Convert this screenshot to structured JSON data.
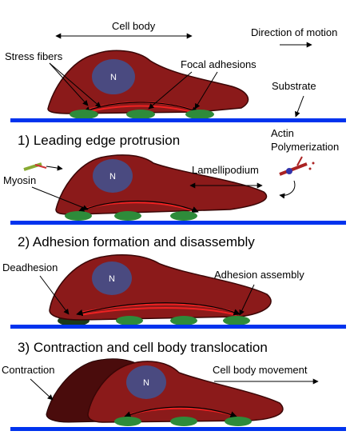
{
  "labels": {
    "cell_body": "Cell body",
    "direction_of_motion": "Direction of motion",
    "stress_fibers": "Stress fibers",
    "focal_adhesions": "Focal adhesions",
    "substrate": "Substrate",
    "actin_polymerization_line1": "Actin",
    "actin_polymerization_line2": "Polymerization",
    "myosin": "Myosin",
    "lamellipodium": "Lamellipodium",
    "deadhesion": "Deadhesion",
    "adhesion_assembly": "Adhesion assembly",
    "contraction": "Contraction",
    "cell_body_movement": "Cell body movement",
    "nucleus": "N"
  },
  "steps": [
    "1) Leading edge protrusion",
    "2) Adhesion formation and disassembly",
    "3) Contraction and cell body translocation"
  ],
  "colors": {
    "cell": "#8b1a1a",
    "cell_outline": "#3a0606",
    "nucleus": "#4a4a80",
    "adhesion": "#2e8b3a",
    "substrate": "#0033ee",
    "fiber": "#ee2222",
    "old_adhesion": "#1a3a1a",
    "trailing_shadow": "#4a0c0c",
    "myosin_green": "#88aa33"
  }
}
